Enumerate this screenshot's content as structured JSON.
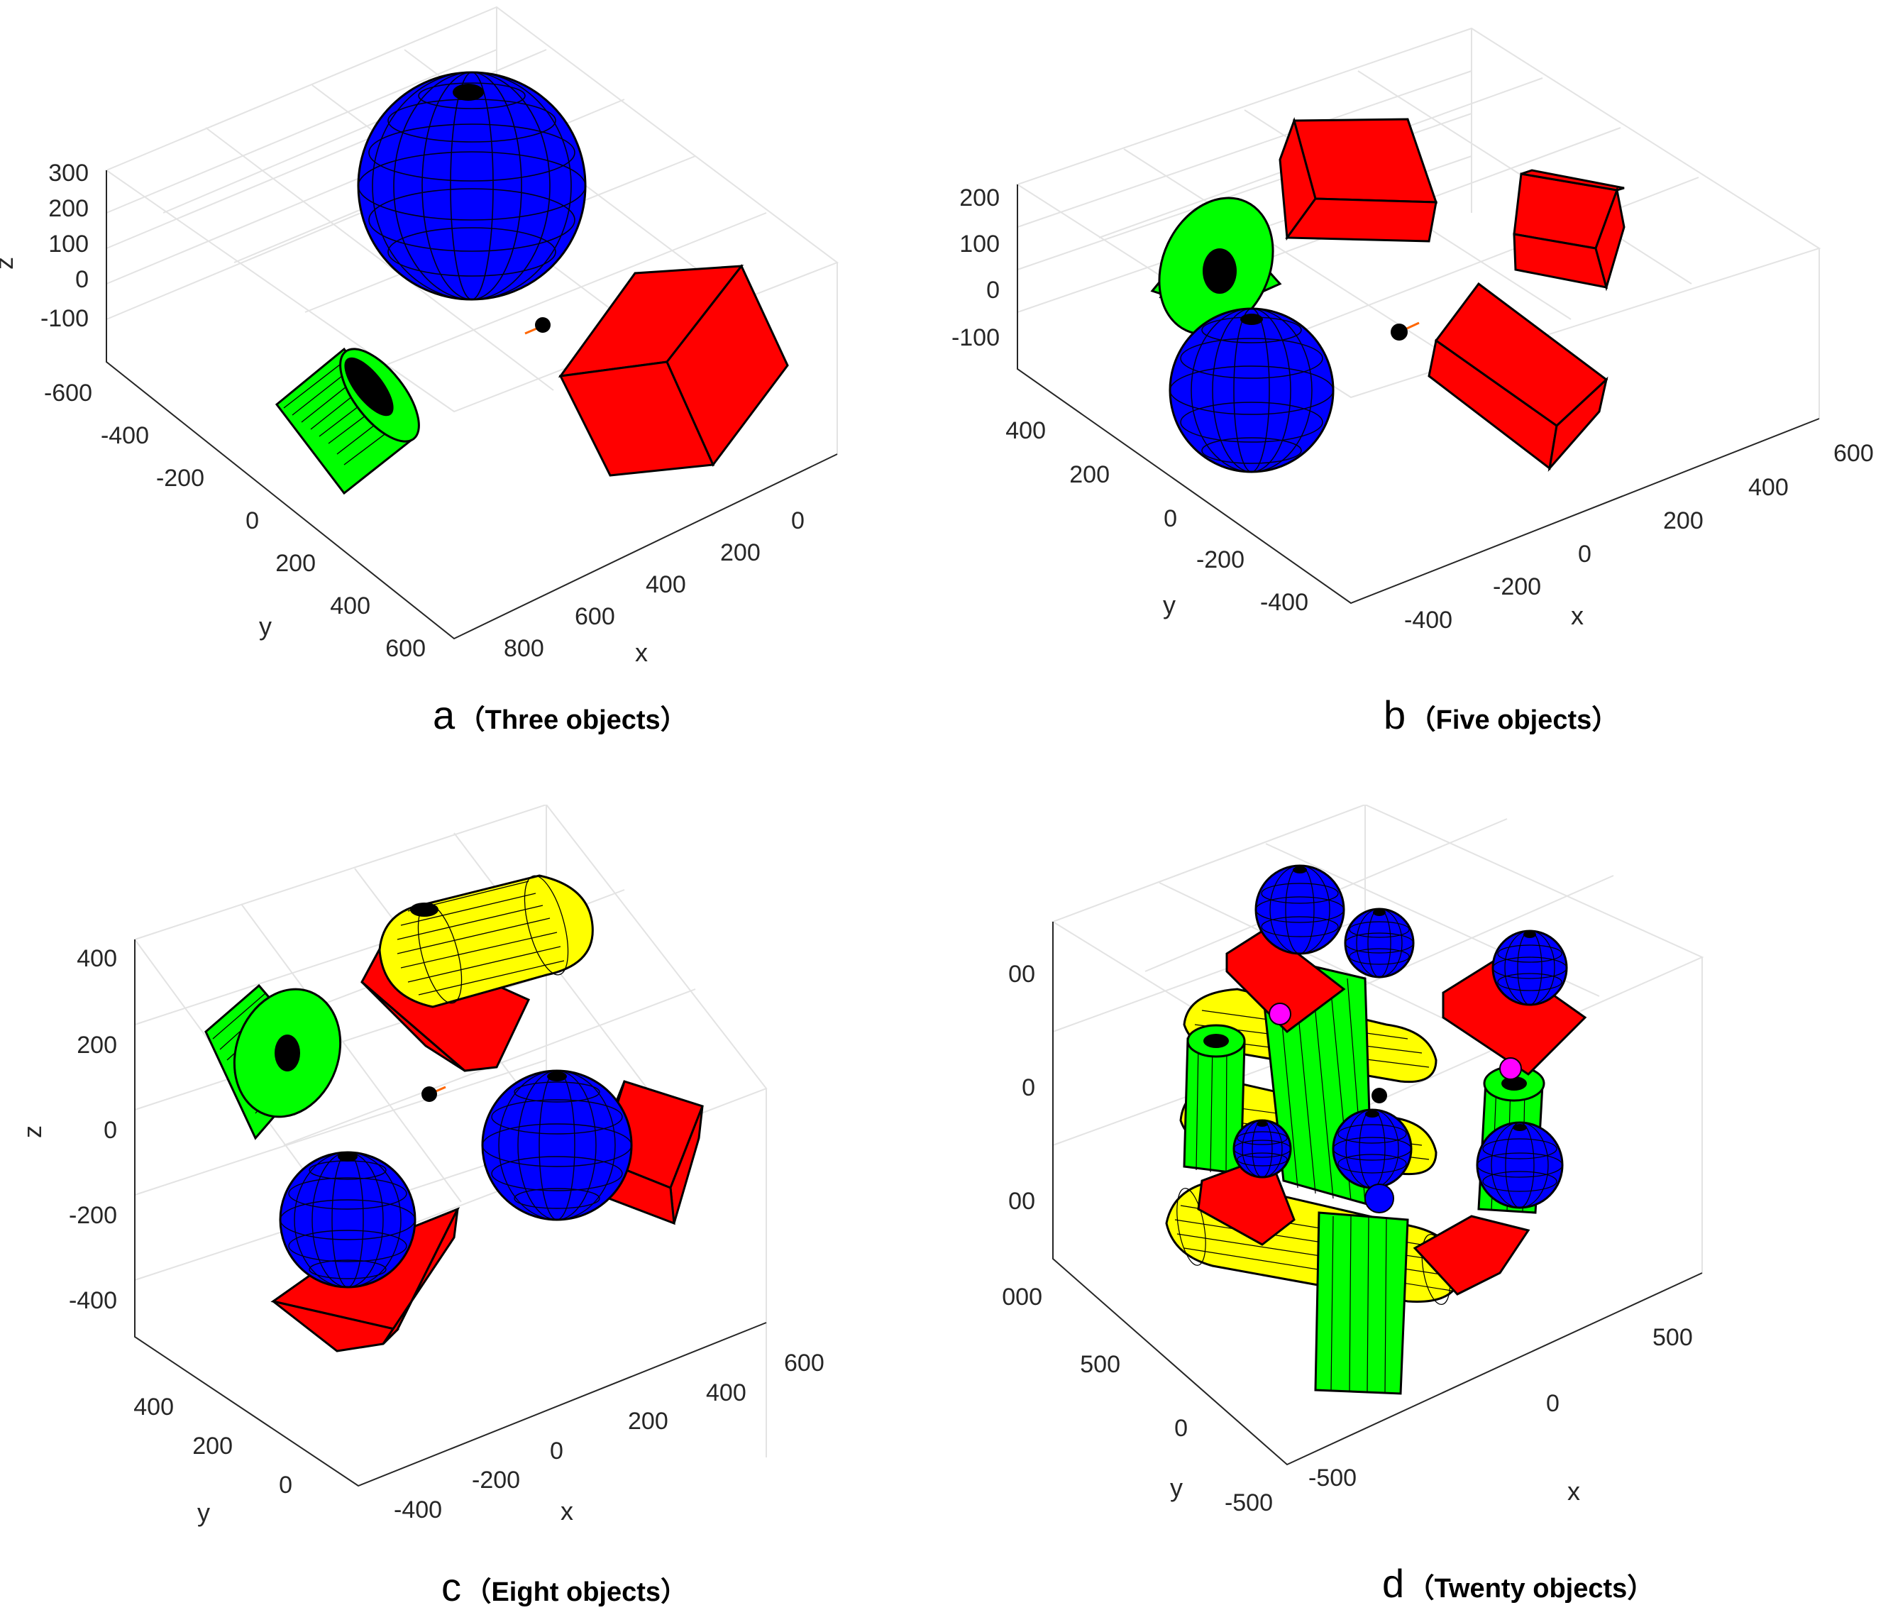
{
  "colors": {
    "box": "#ff0000",
    "sphere": "#0000ff",
    "cylinder": "#00ff00",
    "capsule": "#ffff00",
    "marker": "#ff00ff",
    "grid": "#e3e3e3",
    "axis": "#262626",
    "edge": "#000000"
  },
  "panels": [
    {
      "id": "a",
      "caption_letter": "a",
      "caption_text": "（Three objects）",
      "z_ticks": [
        "300",
        "200",
        "100",
        "0",
        "-100"
      ],
      "y_ticks": [
        "-600",
        "-400",
        "-200",
        "0",
        "200",
        "400",
        "600"
      ],
      "x_ticks": [
        "800",
        "600",
        "400",
        "200",
        "0"
      ],
      "z_label": "z",
      "y_label": "y",
      "x_label": "x",
      "objects": [
        "sphere",
        "cylinder",
        "box",
        "agent"
      ]
    },
    {
      "id": "b",
      "caption_letter": "b",
      "caption_text": "（Five objects）",
      "z_ticks": [
        "200",
        "100",
        "0",
        "-100"
      ],
      "y_ticks": [
        "400",
        "200",
        "0",
        "-200",
        "-400"
      ],
      "x_ticks": [
        "-400",
        "-200",
        "0",
        "200",
        "400",
        "600"
      ],
      "z_label": "z",
      "y_label": "y",
      "x_label": "x",
      "objects": [
        "cylinder",
        "box",
        "box",
        "box",
        "sphere",
        "agent"
      ]
    },
    {
      "id": "c",
      "caption_letter": "c",
      "caption_text": "（Eight objects）",
      "z_ticks": [
        "400",
        "200",
        "0",
        "-200",
        "-400"
      ],
      "y_ticks": [
        "400",
        "200",
        "0"
      ],
      "x_ticks": [
        "-400",
        "-200",
        "0",
        "200",
        "400",
        "600"
      ],
      "z_label": "z",
      "y_label": "y",
      "x_label": "x",
      "objects": [
        "capsule",
        "box",
        "cylinder",
        "box",
        "sphere",
        "sphere",
        "box",
        "agent"
      ]
    },
    {
      "id": "d",
      "caption_letter": "d",
      "caption_text": "（Twenty objects）",
      "z_ticks": [
        "00",
        "0",
        "00"
      ],
      "y_ticks": [
        "000",
        "500",
        "0",
        "-500"
      ],
      "x_ticks": [
        "-500",
        "0",
        "500"
      ],
      "z_label": "",
      "y_label": "y",
      "x_label": "x",
      "objects": [
        "capsule",
        "capsule",
        "capsule",
        "cylinder",
        "cylinder",
        "cylinder",
        "cylinder",
        "box",
        "box",
        "box",
        "box",
        "sphere",
        "sphere",
        "sphere",
        "sphere",
        "sphere",
        "sphere",
        "sphere",
        "marker",
        "marker",
        "agent"
      ]
    }
  ]
}
